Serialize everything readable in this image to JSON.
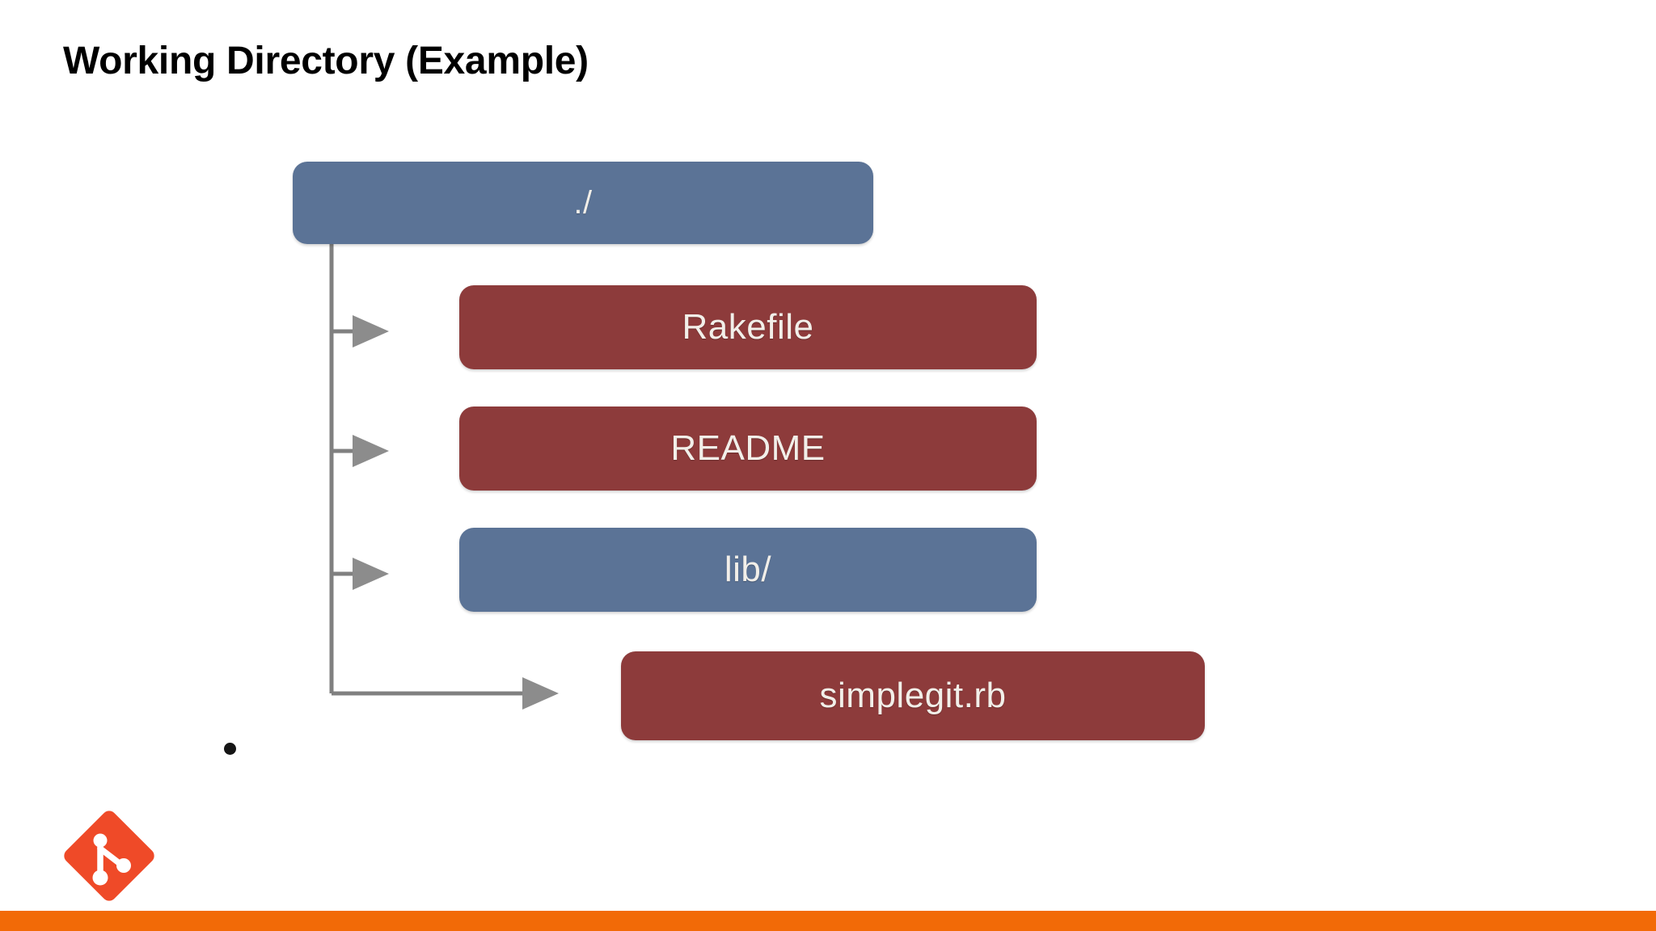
{
  "slide": {
    "title": "Working Directory (Example)"
  },
  "diagram": {
    "type": "tree",
    "root": {
      "label": "./",
      "kind": "directory",
      "color": "#5b7396"
    },
    "children": [
      {
        "label": "Rakefile",
        "kind": "file",
        "color": "#8d3b3b"
      },
      {
        "label": "README",
        "kind": "file",
        "color": "#8d3b3b"
      },
      {
        "label": "lib/",
        "kind": "directory",
        "color": "#5b7396"
      },
      {
        "label": "simplegit.rb",
        "kind": "file",
        "color": "#8d3b3b"
      }
    ],
    "connector_color": "#808080",
    "arrow_color": "#8c8c8c"
  },
  "footer": {
    "logo_name": "git-logo",
    "logo_color": "#ef4a28",
    "logo_mark_color": "#ffffff",
    "bar_color": "#f26a07"
  },
  "bullet": {
    "color": "#151515"
  },
  "colors": {
    "background": "#ffffff",
    "title_text": "#000000",
    "node_text": "#f2efe9",
    "directory_blue": "#5b7396",
    "file_red": "#8d3b3b",
    "accent_orange": "#f26a07",
    "git_red": "#ef4a28"
  }
}
